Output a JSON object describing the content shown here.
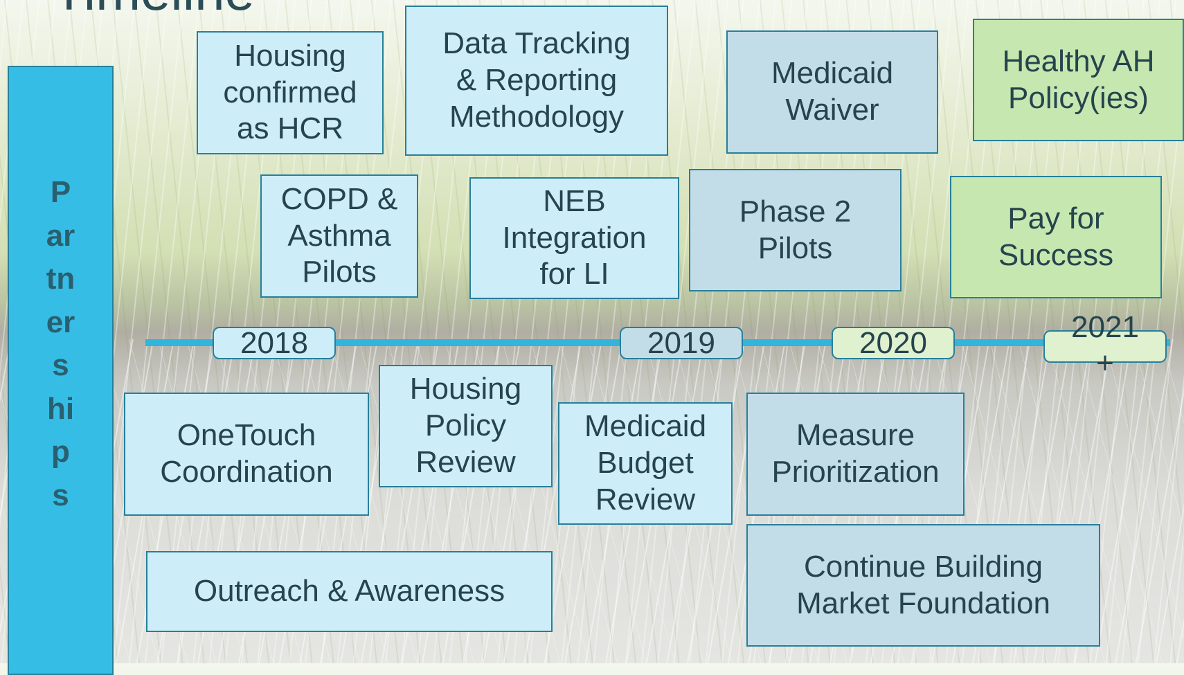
{
  "title": "Timeline",
  "partnerships_label": "Partnerships",
  "years": [
    "2018",
    "2019",
    "2020",
    "2021\n+"
  ],
  "above": {
    "housing_hcr": "Housing\nconfirmed\nas HCR",
    "data_tracking": "Data Tracking\n& Reporting\nMethodology",
    "medicaid_waiver": "Medicaid\nWaiver",
    "healthy_ah": "Healthy AH\nPolicy(ies)",
    "copd_asthma": "COPD &\nAsthma\nPilots",
    "neb_integration": "NEB\nIntegration\nfor LI",
    "phase2": "Phase 2\nPilots",
    "pay_for_success": "Pay for\nSuccess"
  },
  "below": {
    "onetouch": "OneTouch\nCoordination",
    "housing_policy": "Housing\nPolicy\nReview",
    "medicaid_budget": "Medicaid\nBudget\nReview",
    "measure_prioritization": "Measure\nPrioritization",
    "outreach": "Outreach & Awareness",
    "continue_building": "Continue Building\nMarket Foundation"
  },
  "colors": {
    "light_box": "#cdeef8",
    "mid_box": "#c3dde8",
    "green_box": "#c6e8b0",
    "partnerships_bar": "#35bde6",
    "timeline": "#32b4dd"
  }
}
